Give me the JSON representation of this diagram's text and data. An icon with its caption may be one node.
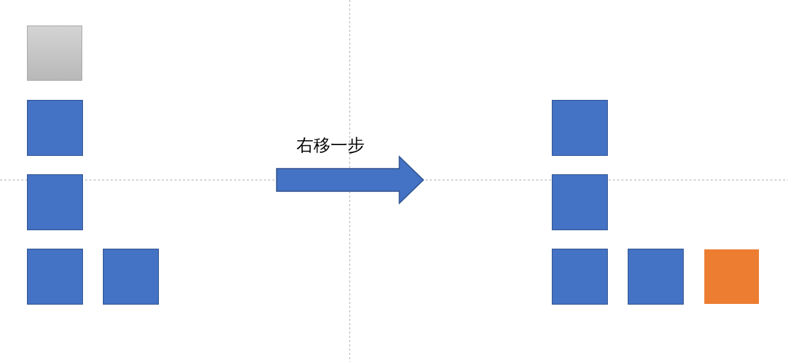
{
  "diagram": {
    "nodes": [
      {
        "text": [],
        "shape": "box"
      },
      {
        "text": [],
        "shape": "box"
      },
      {
        "text": [],
        "shape": "box"
      },
      {
        "text": [],
        "shape": "box"
      },
      {
        "text": [],
        "shape": "box"
      },
      {
        "text": [],
        "shape": "box"
      },
      {
        "text": [],
        "shape": "box"
      },
      {
        "text": [],
        "shape": "box"
      },
      {
        "text": [],
        "shape": "box"
      },
      {
        "text": [],
        "shape": "box"
      }
    ],
    "labels": [
      "右移一步"
    ]
  }
}
